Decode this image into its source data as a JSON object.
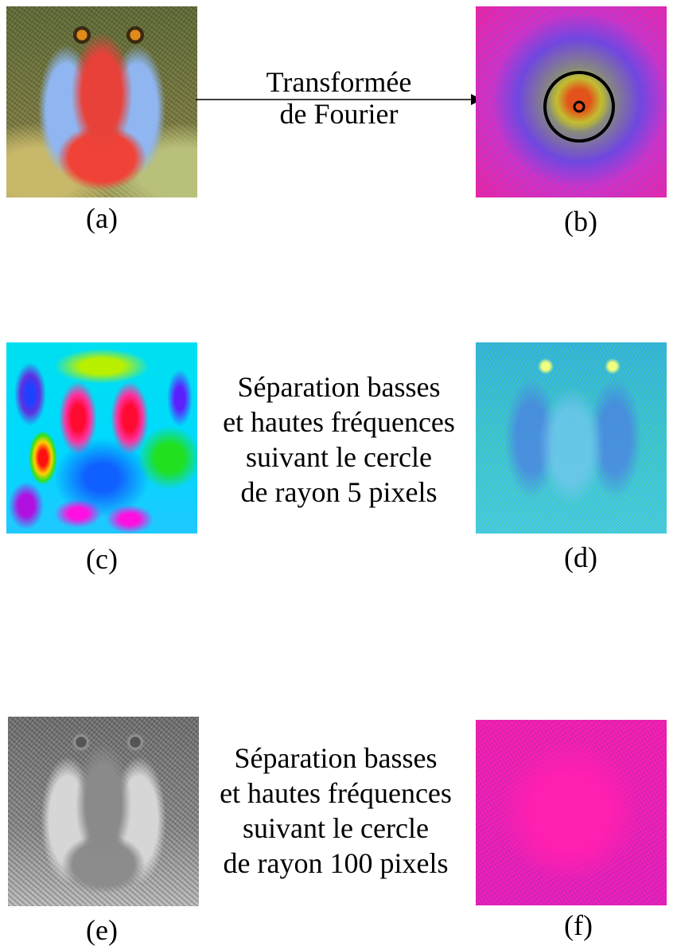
{
  "panels": {
    "a": {
      "caption": "(a)"
    },
    "b": {
      "caption": "(b)"
    },
    "c": {
      "caption": "(c)"
    },
    "d": {
      "caption": "(d)"
    },
    "e": {
      "caption": "(e)"
    },
    "f": {
      "caption": "(f)"
    }
  },
  "arrow_label": {
    "line1": "Transformée",
    "line2": "de Fourier"
  },
  "mid_text_1": {
    "line1": "Séparation basses",
    "line2": "et hautes fréquences",
    "line3": "suivant le cercle",
    "line4": "de rayon 5 pixels"
  },
  "mid_text_2": {
    "line1": "Séparation basses",
    "line2": "et hautes fréquences",
    "line3": "suivant le cercle",
    "line4": "de rayon 100 pixels"
  }
}
